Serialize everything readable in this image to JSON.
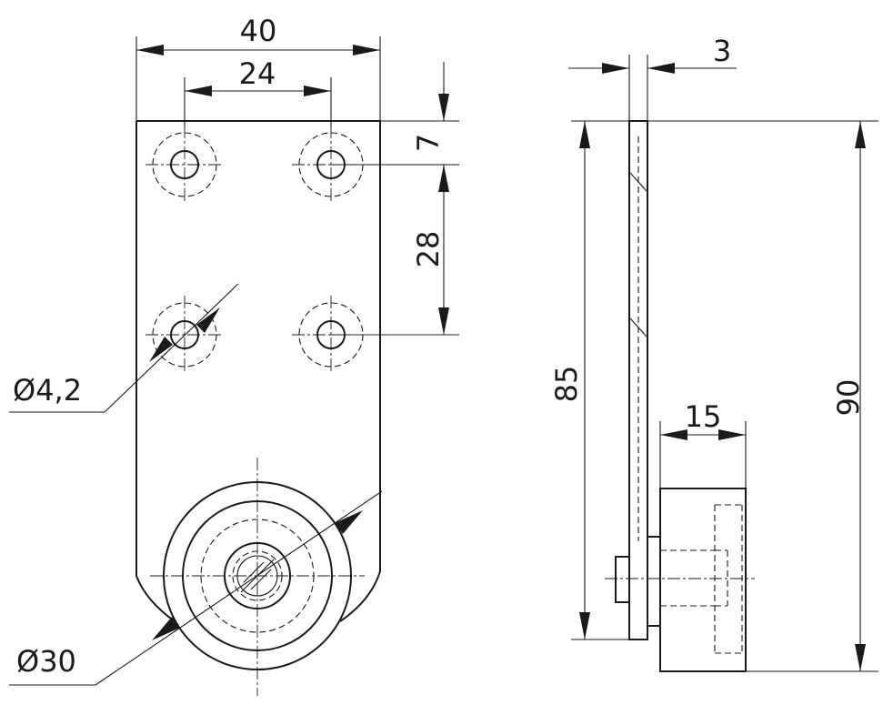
{
  "dimensions": {
    "overall_width": "40",
    "hole_spacing_horizontal": "24",
    "top_to_hole_center": "7",
    "hole_spacing_vertical": "28",
    "hole_diameter": "Ø4,2",
    "roller_diameter": "Ø30",
    "plate_thickness": "3",
    "plate_height": "85",
    "roller_width": "15",
    "overall_height": "90"
  },
  "colors": {
    "line": "#1a1a1a",
    "background": "#ffffff"
  }
}
